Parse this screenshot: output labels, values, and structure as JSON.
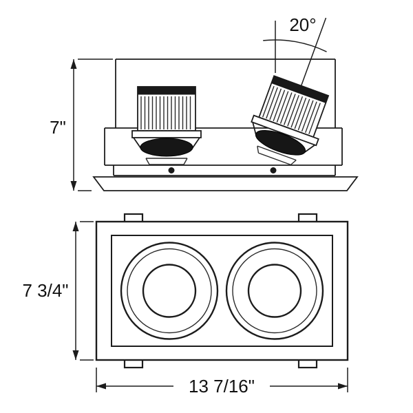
{
  "diagram": {
    "type": "technical-drawing",
    "subject": "dual-head recessed downlight fixture, side elevation and plan view",
    "views": {
      "side": {
        "height_label": "7\"",
        "tilt_angle_label": "20°"
      },
      "plan": {
        "height_label": "7 3/4\"",
        "width_label": "13 7/16\""
      }
    },
    "colors": {
      "line": "#1c1c1c",
      "background": "#ffffff",
      "lens_fill": "#161616"
    }
  }
}
